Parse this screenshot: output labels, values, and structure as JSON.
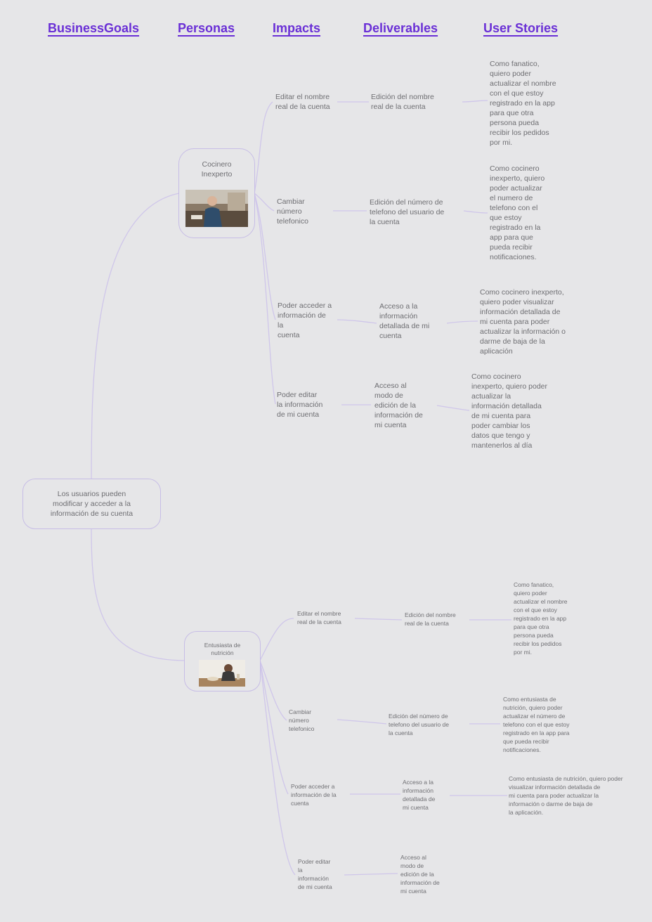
{
  "headers": {
    "business_goals": "BusinessGoals",
    "personas": "Personas",
    "impacts": "Impacts",
    "deliverables": "Deliverables",
    "user_stories": "User Stories"
  },
  "root": {
    "line1": "Los usuarios pueden",
    "line2": "modificar y acceder a la",
    "line3": "información de su cuenta"
  },
  "persona1": {
    "label_line1": "Cocinero",
    "label_line2": "Inexperto",
    "photo_alt": "cook-photo",
    "rows": [
      {
        "impact": [
          "Editar el nombre",
          "real de la cuenta"
        ],
        "deliverable": [
          "Edición del nombre",
          "real de la cuenta"
        ],
        "story": [
          "Como fanatico,",
          "quiero poder",
          "actualizar el nombre",
          "con el que estoy",
          "registrado en la app",
          "para que otra",
          "persona pueda",
          "recibir los pedidos",
          "por mi."
        ]
      },
      {
        "impact": [
          "Cambiar",
          "número",
          "telefonico"
        ],
        "deliverable": [
          "Edición del número de",
          "telefono del usuario de",
          "la cuenta"
        ],
        "story": [
          "Como cocinero",
          "inexperto, quiero",
          "poder actualizar",
          "el numero de",
          "telefono con el",
          "que estoy",
          "registrado en la",
          "app para que",
          "pueda recibir",
          "notificaciones."
        ]
      },
      {
        "impact": [
          "Poder acceder a",
          "información de",
          "la",
          "cuenta"
        ],
        "deliverable": [
          "Acceso a la",
          "información",
          "detallada de mi",
          "cuenta"
        ],
        "story": [
          "Como cocinero inexperto,",
          "quiero poder visualizar",
          "información detallada de",
          "mi cuenta para poder",
          "actualizar la información o",
          "darme de baja de la",
          "aplicación"
        ]
      },
      {
        "impact": [
          "Poder editar",
          "la información",
          "de mi cuenta"
        ],
        "deliverable": [
          "Acceso al",
          "modo de",
          "edición de la",
          "información de",
          "mi cuenta"
        ],
        "story": [
          "Como cocinero",
          "inexperto, quiero poder",
          "actualizar la",
          "información detallada",
          "de mi cuenta para",
          "poder cambiar los",
          "datos que tengo y",
          "mantenerlos al día"
        ]
      }
    ]
  },
  "persona2": {
    "label_line1": "Entusiasta de",
    "label_line2": "nutrición",
    "photo_alt": "nutrition-photo",
    "rows": [
      {
        "impact": [
          "Editar el nombre",
          "real de la cuenta"
        ],
        "deliverable": [
          "Edición del nombre",
          "real de la cuenta"
        ],
        "story": [
          "Como fanatico,",
          "quiero poder",
          "actualizar el nombre",
          "con el que estoy",
          "registrado en la app",
          "para que otra",
          "persona pueda",
          "recibir los pedidos",
          "por mi."
        ]
      },
      {
        "impact": [
          "Cambiar",
          "número",
          "telefonico"
        ],
        "deliverable": [
          "Edición del número de",
          "telefono del usuario de",
          "la cuenta"
        ],
        "story": [
          "Como entusiasta de",
          "nutrición, quiero poder",
          "actualizar el número de",
          "telefono con el que estoy",
          "registrado en la app para",
          "que pueda recibir",
          "notificaciones."
        ]
      },
      {
        "impact": [
          "Poder acceder a",
          "información de la",
          "cuenta"
        ],
        "deliverable": [
          "Acceso a la",
          "información",
          "detallada de",
          "mi cuenta"
        ],
        "story": [
          "Como entusiasta de nutrición, quiero poder",
          "visualizar información detallada de",
          "mi cuenta para poder actualizar la",
          "información o darme de baja de",
          "la aplicación."
        ]
      },
      {
        "impact": [
          "Poder editar",
          "la",
          "información",
          "de mi cuenta"
        ],
        "deliverable": [
          "Acceso al",
          "modo de",
          "edición de la",
          "información de",
          "mi cuenta"
        ],
        "story": []
      }
    ]
  }
}
